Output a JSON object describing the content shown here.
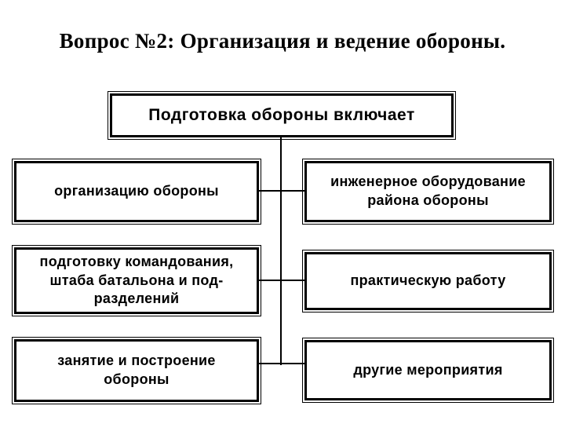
{
  "title": "Вопрос №2: Организация и ведение обороны.",
  "colors": {
    "background": "#ffffff",
    "line": "#000000",
    "text": "#000000"
  },
  "diagram": {
    "root_label": "Подготовка обороны включает",
    "left_boxes": [
      "организацию обороны",
      "подготовку командования,\nштаба батальона и под-\nразделений",
      "занятие и построение\nобороны"
    ],
    "right_boxes": [
      "инженерное оборудование\nрайона обороны",
      "практическую работу",
      "другие мероприятия"
    ]
  }
}
